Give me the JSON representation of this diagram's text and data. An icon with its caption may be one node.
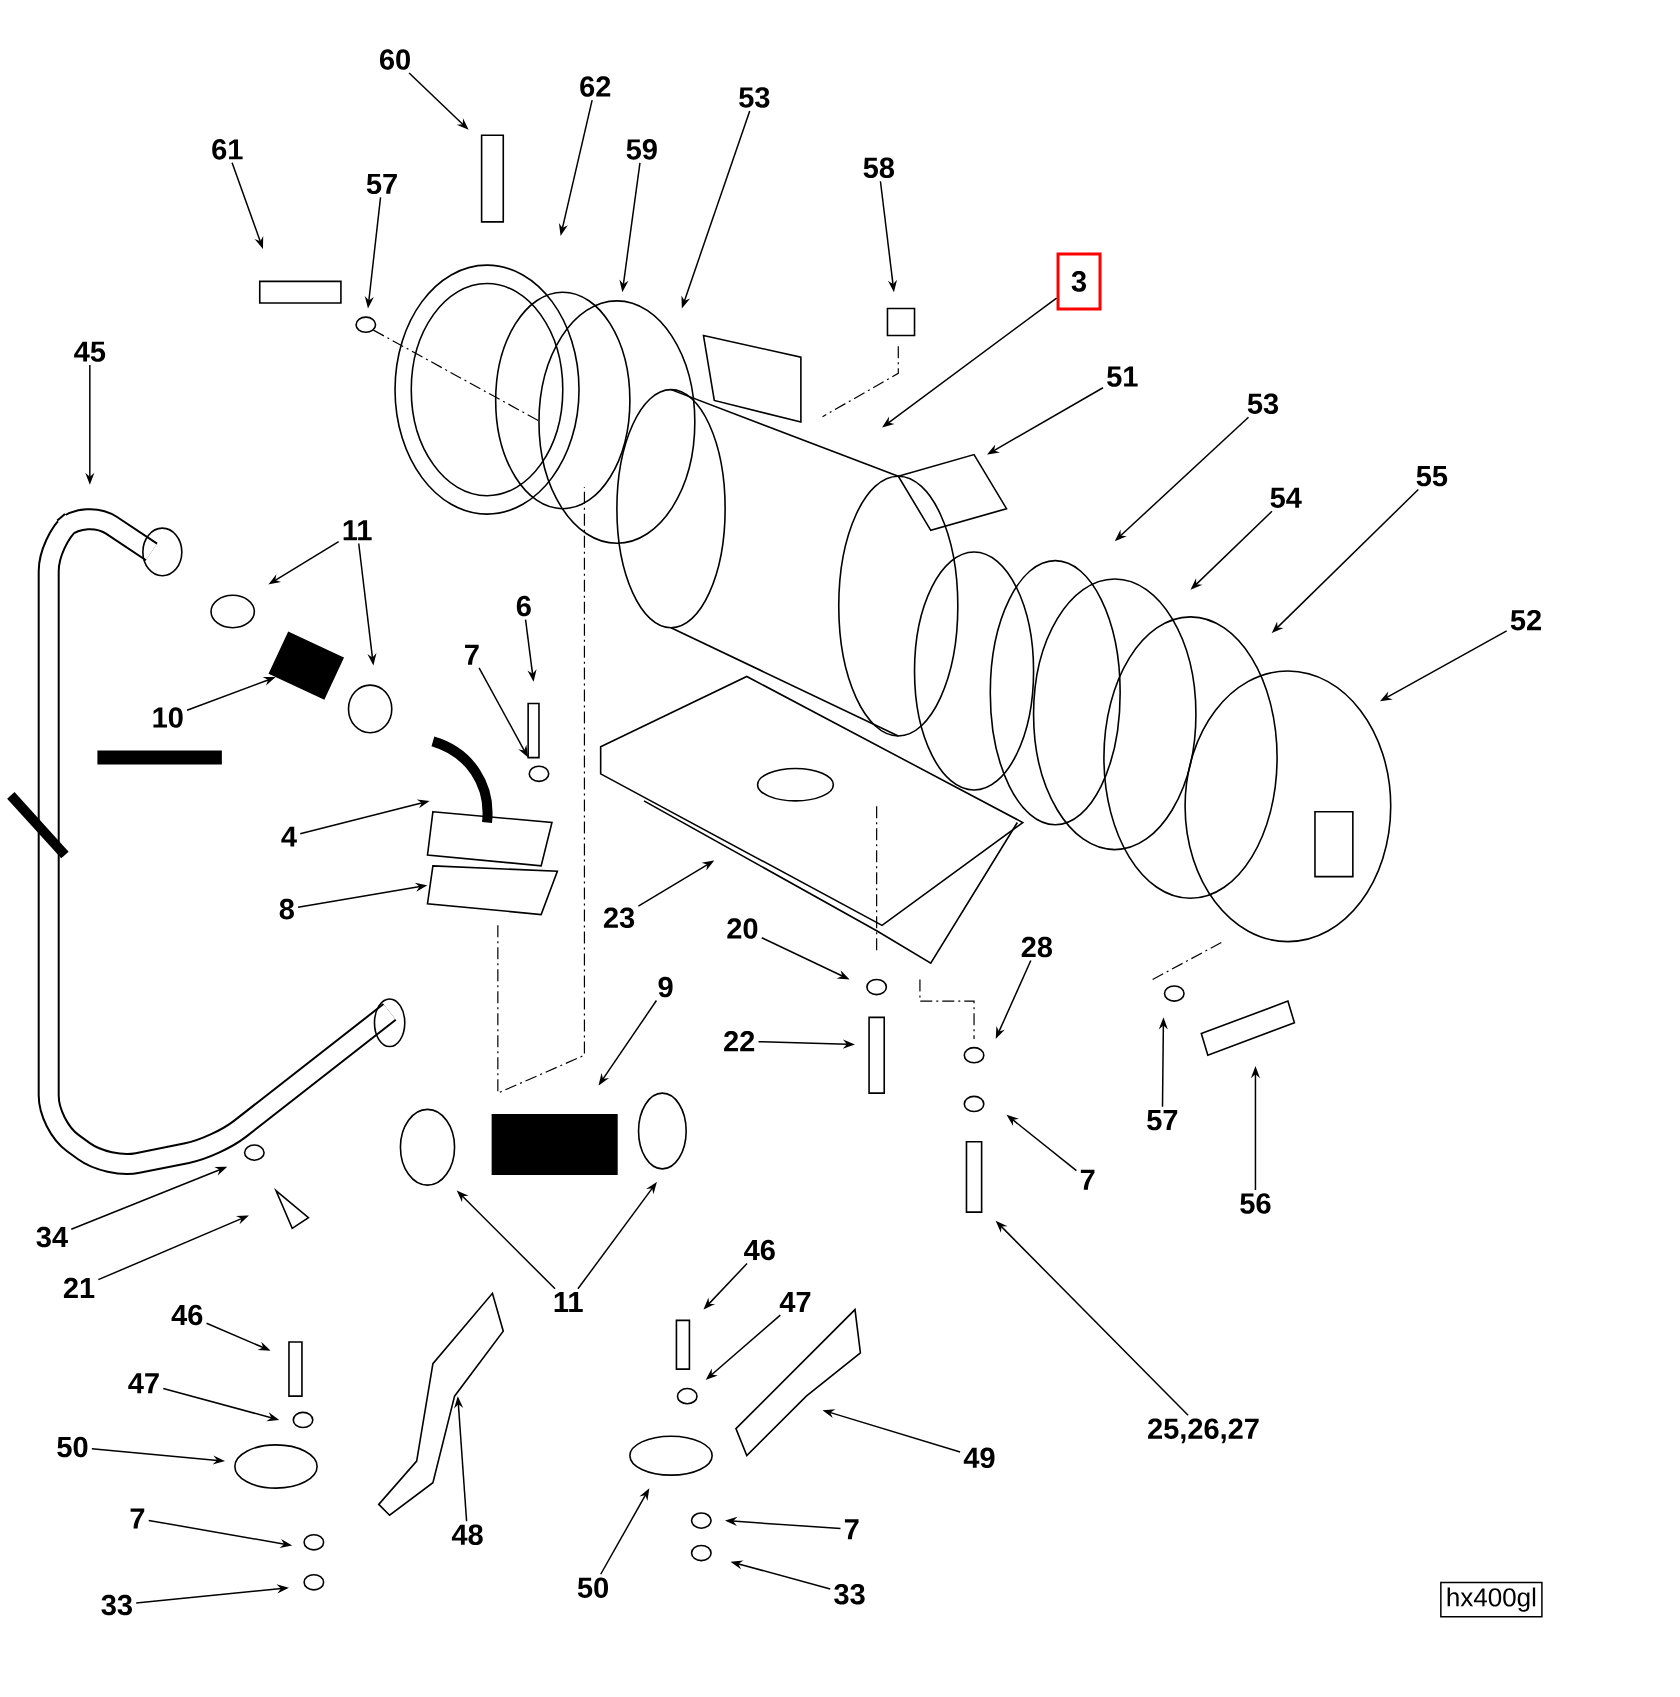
{
  "diagram": {
    "nodes": [
      {
        "text": [
          "60"
        ]
      },
      {
        "text": [
          "61"
        ]
      },
      {
        "text": [
          "62"
        ]
      },
      {
        "text": [
          "57"
        ]
      },
      {
        "text": [
          "59"
        ]
      },
      {
        "text": [
          "53"
        ]
      },
      {
        "text": [
          "58"
        ]
      },
      {
        "text": [
          "3"
        ]
      },
      {
        "text": [
          "51"
        ]
      },
      {
        "text": [
          "53"
        ]
      },
      {
        "text": [
          "54"
        ]
      },
      {
        "text": [
          "55"
        ]
      },
      {
        "text": [
          "52"
        ]
      },
      {
        "text": [
          "45"
        ]
      },
      {
        "text": [
          "11"
        ]
      },
      {
        "text": [
          "6"
        ]
      },
      {
        "text": [
          "7"
        ]
      },
      {
        "text": [
          "10"
        ]
      },
      {
        "text": [
          "4"
        ]
      },
      {
        "text": [
          "8"
        ]
      },
      {
        "text": [
          "23"
        ]
      },
      {
        "text": [
          "20"
        ]
      },
      {
        "text": [
          "28"
        ]
      },
      {
        "text": [
          "9"
        ]
      },
      {
        "text": [
          "22"
        ]
      },
      {
        "text": [
          "57"
        ]
      },
      {
        "text": [
          "56"
        ]
      },
      {
        "text": [
          "7"
        ]
      },
      {
        "text": [
          "34"
        ]
      },
      {
        "text": [
          "21"
        ]
      },
      {
        "text": [
          "11"
        ]
      },
      {
        "text": [
          "46"
        ]
      },
      {
        "text": [
          "46"
        ]
      },
      {
        "text": [
          "47"
        ]
      },
      {
        "text": [
          "25,26,27"
        ]
      },
      {
        "text": [
          "47"
        ]
      },
      {
        "text": [
          "50"
        ]
      },
      {
        "text": [
          "48"
        ]
      },
      {
        "text": [
          "49"
        ]
      },
      {
        "text": [
          "7"
        ]
      },
      {
        "text": [
          "50"
        ]
      },
      {
        "text": [
          "7"
        ]
      },
      {
        "text": [
          "33"
        ]
      },
      {
        "text": [
          "33"
        ]
      },
      {
        "text": [],
        "shape": "picture"
      }
    ],
    "edges": [
      {
        "from": 0,
        "to": null,
        "arrow": "to"
      },
      {
        "from": 1,
        "to": null,
        "arrow": "to"
      },
      {
        "from": 2,
        "to": null,
        "arrow": "to"
      },
      {
        "from": 3,
        "to": null,
        "arrow": "to"
      },
      {
        "from": 4,
        "to": null,
        "arrow": "to"
      },
      {
        "from": 5,
        "to": null,
        "arrow": "to"
      },
      {
        "from": 6,
        "to": null,
        "arrow": "to"
      },
      {
        "from": 7,
        "to": null,
        "arrow": "to"
      },
      {
        "from": 8,
        "to": null,
        "arrow": "to"
      },
      {
        "from": 9,
        "to": null,
        "arrow": "to"
      },
      {
        "from": 10,
        "to": null,
        "arrow": "to"
      },
      {
        "from": 11,
        "to": null,
        "arrow": "to"
      },
      {
        "from": 12,
        "to": null,
        "arrow": "to"
      },
      {
        "from": 13,
        "to": null,
        "arrow": "to"
      },
      {
        "from": 14,
        "to": null,
        "arrow": "to"
      },
      {
        "from": 14,
        "to": null,
        "arrow": "to"
      },
      {
        "from": 15,
        "to": null,
        "arrow": "to"
      },
      {
        "from": 16,
        "to": null,
        "arrow": "to"
      },
      {
        "from": 17,
        "to": 44,
        "arrow": "to"
      },
      {
        "from": 18,
        "to": null,
        "arrow": "to"
      },
      {
        "from": 19,
        "to": null,
        "arrow": "to"
      },
      {
        "from": 20,
        "to": null,
        "arrow": "to"
      },
      {
        "from": 21,
        "to": null,
        "arrow": "to"
      },
      {
        "from": 22,
        "to": null,
        "arrow": "to"
      },
      {
        "from": 23,
        "to": null,
        "arrow": "to"
      },
      {
        "from": 24,
        "to": null,
        "arrow": "to"
      },
      {
        "from": 25,
        "to": null,
        "arrow": "to"
      },
      {
        "from": 26,
        "to": null,
        "arrow": "to"
      },
      {
        "from": 27,
        "to": null,
        "arrow": "to"
      },
      {
        "from": 28,
        "to": null,
        "arrow": "to"
      },
      {
        "from": 29,
        "to": null,
        "arrow": "to"
      },
      {
        "from": 30,
        "to": null,
        "arrow": "to"
      },
      {
        "from": 30,
        "to": null,
        "arrow": "to"
      },
      {
        "from": 31,
        "to": null,
        "arrow": "to"
      },
      {
        "from": 32,
        "to": null,
        "arrow": "to"
      },
      {
        "from": 33,
        "to": null,
        "arrow": "to"
      },
      {
        "from": 34,
        "to": null,
        "arrow": "to"
      },
      {
        "from": 35,
        "to": null,
        "arrow": "to"
      },
      {
        "from": 36,
        "to": null,
        "arrow": "to"
      },
      {
        "from": 37,
        "to": null,
        "arrow": "to"
      },
      {
        "from": 38,
        "to": null,
        "arrow": "to"
      },
      {
        "from": 39,
        "to": null,
        "arrow": "to"
      },
      {
        "from": 40,
        "to": null,
        "arrow": "to"
      },
      {
        "from": 41,
        "to": null,
        "arrow": "to"
      },
      {
        "from": 42,
        "to": null,
        "arrow": "to"
      },
      {
        "from": 43,
        "to": null,
        "arrow": "to"
      }
    ],
    "labels": [
      "hx400gl"
    ]
  }
}
